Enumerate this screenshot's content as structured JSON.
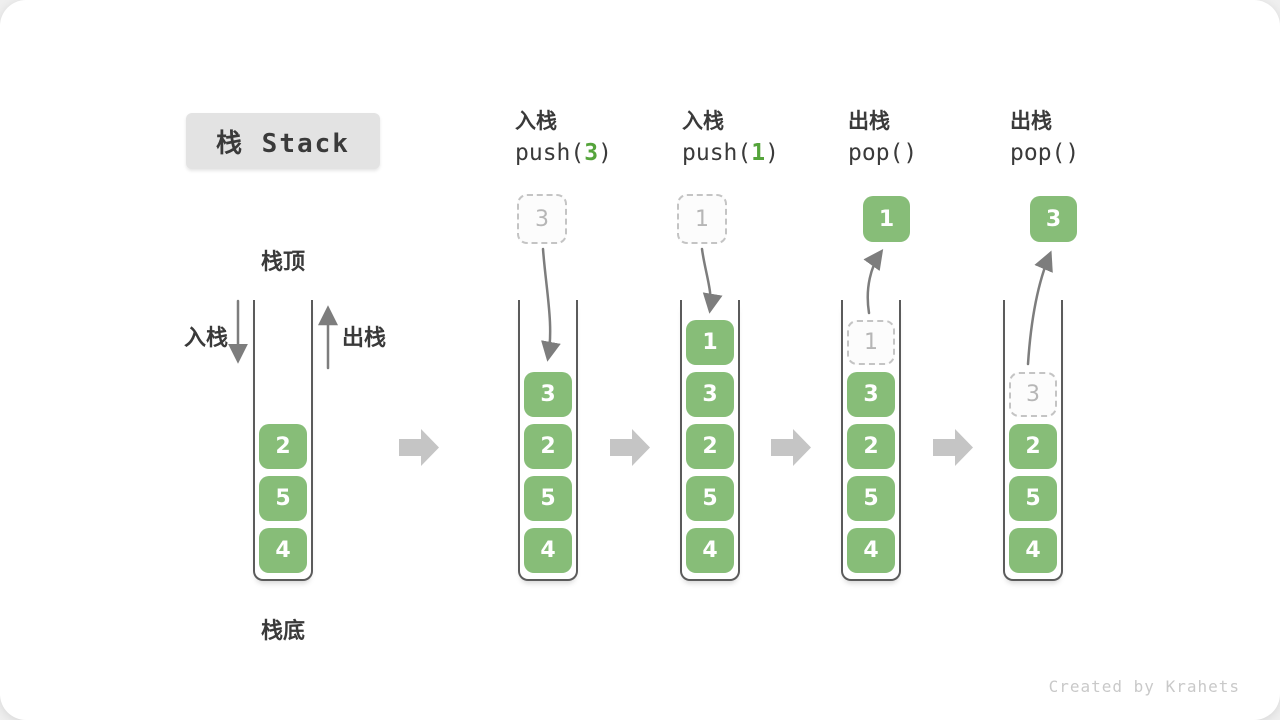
{
  "title": "栈 Stack",
  "credit": "Created by Krahets",
  "colors": {
    "element_green": "#87bd78",
    "code_arg_green": "#55a43b",
    "arrow_gray": "#7d7d7d",
    "step_arrow_gray": "#c5c5c5",
    "ghost_gray": "#c4c4c4"
  },
  "stack1": {
    "top_label": "栈顶",
    "bottom_label": "栈底",
    "push_label": "入栈",
    "pop_label": "出栈",
    "elements": [
      {
        "value": "2",
        "ghost": false
      },
      {
        "value": "5",
        "ghost": false
      },
      {
        "value": "4",
        "ghost": false
      }
    ]
  },
  "steps": [
    {
      "op_label": "入栈",
      "code_pre": "push(",
      "code_arg": "3",
      "code_post": ")",
      "floating_value": "3",
      "floating_style": "dashed",
      "elements": [
        {
          "value": "3",
          "ghost": false
        },
        {
          "value": "2",
          "ghost": false
        },
        {
          "value": "5",
          "ghost": false
        },
        {
          "value": "4",
          "ghost": false
        }
      ]
    },
    {
      "op_label": "入栈",
      "code_pre": "push(",
      "code_arg": "1",
      "code_post": ")",
      "floating_value": "1",
      "floating_style": "dashed",
      "elements": [
        {
          "value": "1",
          "ghost": false
        },
        {
          "value": "3",
          "ghost": false
        },
        {
          "value": "2",
          "ghost": false
        },
        {
          "value": "5",
          "ghost": false
        },
        {
          "value": "4",
          "ghost": false
        }
      ]
    },
    {
      "op_label": "出栈",
      "code_pre": "pop(",
      "code_arg": "",
      "code_post": ")",
      "popped_value": "1",
      "elements": [
        {
          "value": "1",
          "ghost": true
        },
        {
          "value": "3",
          "ghost": false
        },
        {
          "value": "2",
          "ghost": false
        },
        {
          "value": "5",
          "ghost": false
        },
        {
          "value": "4",
          "ghost": false
        }
      ]
    },
    {
      "op_label": "出栈",
      "code_pre": "pop(",
      "code_arg": "",
      "code_post": ")",
      "popped_value": "3",
      "elements": [
        {
          "value": "3",
          "ghost": true
        },
        {
          "value": "2",
          "ghost": false
        },
        {
          "value": "5",
          "ghost": false
        },
        {
          "value": "4",
          "ghost": false
        }
      ]
    }
  ]
}
